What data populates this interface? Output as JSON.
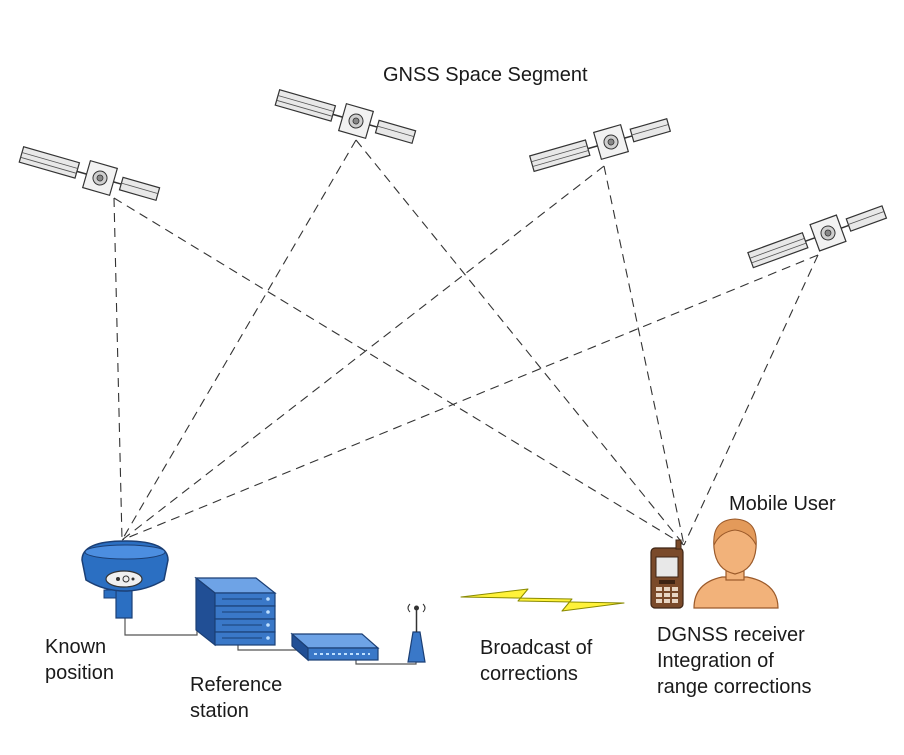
{
  "title": "GNSS Space Segment",
  "labels": {
    "known_position": [
      "Known",
      "position"
    ],
    "reference_station": [
      "Reference",
      "station"
    ],
    "broadcast": [
      "Broadcast of",
      "corrections"
    ],
    "mobile_user": "Mobile User",
    "dgnss_receiver": [
      "DGNSS receiver",
      "Integration of",
      "range corrections"
    ]
  },
  "colors": {
    "satellite_panel": "#e8e8e8",
    "receiver_blue": "#2b6fc2",
    "server_blue": "#3a78c8",
    "lightning_yellow": "#fff23a",
    "user_skin": "#f2b27a",
    "phone_brown": "#7a4a2a",
    "signal_line": "#333333"
  },
  "icons": [
    "satellite-icon",
    "gnss-antenna-icon",
    "server-rack-icon",
    "network-switch-icon",
    "radio-antenna-icon",
    "lightning-icon",
    "mobile-phone-icon",
    "user-icon"
  ]
}
